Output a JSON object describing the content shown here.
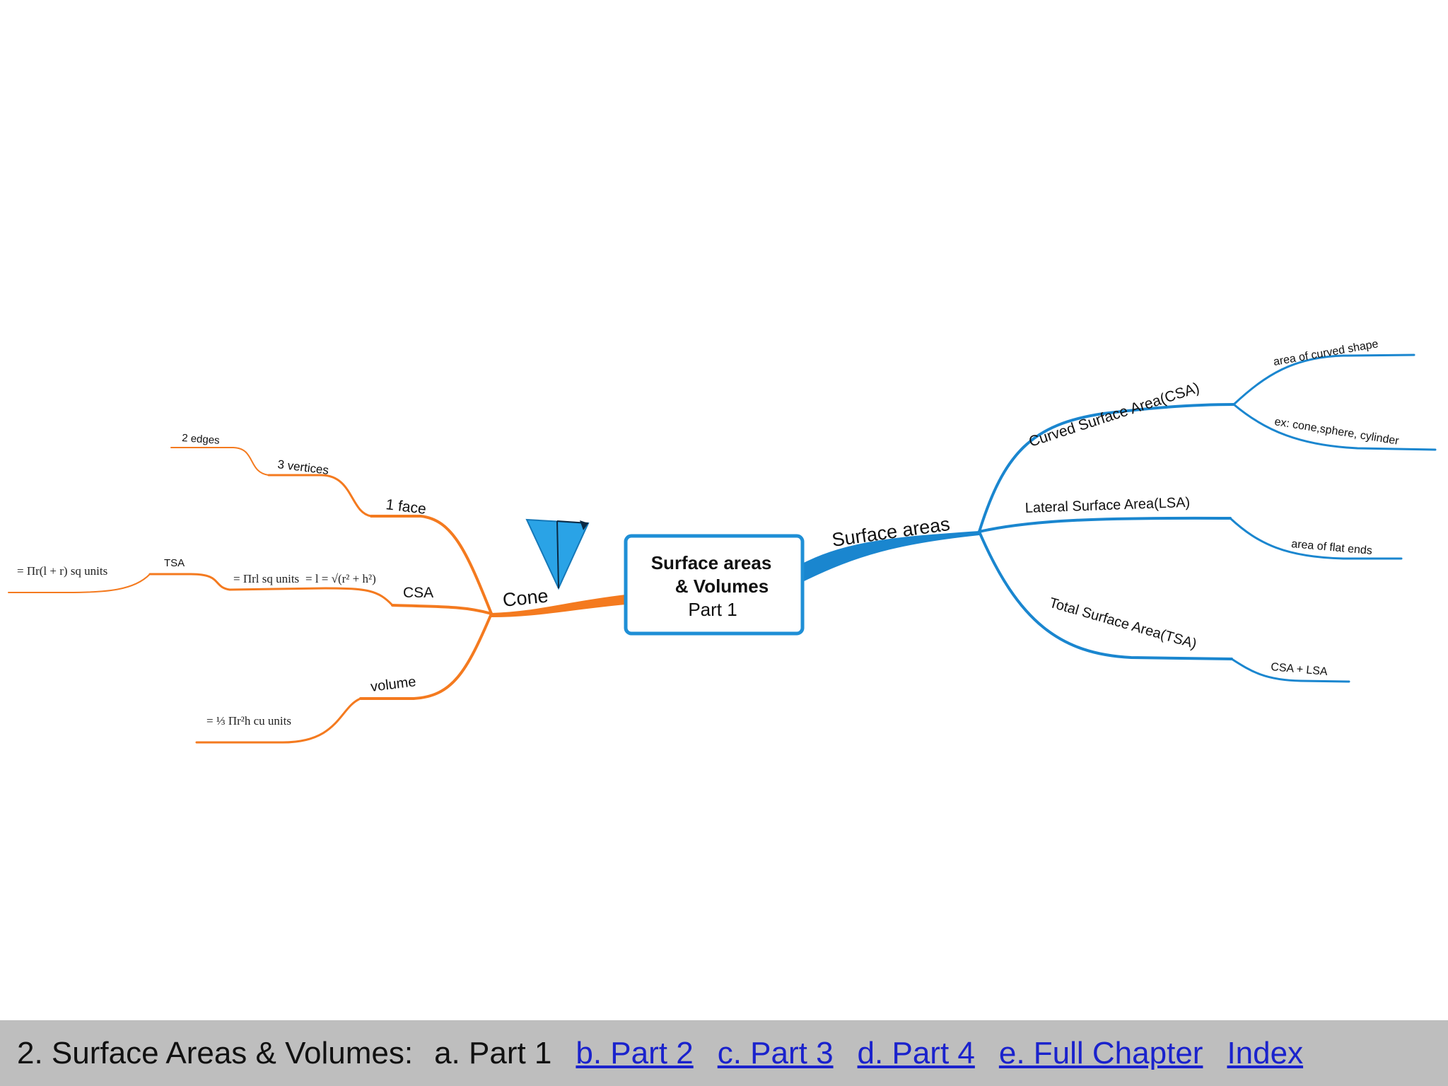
{
  "mindmap": {
    "root": {
      "title_line1": "Surface areas",
      "title_line2": "& Volumes",
      "subtitle": "Part 1"
    },
    "left_branch": {
      "label": "Cone",
      "color": "#f47a1f",
      "children": {
        "face": "1 face",
        "vertices": "3 vertices",
        "edges": "2 edges",
        "csa": "CSA",
        "csa_formula_a": "= Πrl sq units",
        "csa_formula_b": "= l = √(r² + h²)",
        "tsa": "TSA",
        "tsa_formula": "= Πr(l + r) sq units",
        "volume": "volume",
        "volume_formula": "= ⅓ Πr²h cu units"
      }
    },
    "right_branch": {
      "label": "Surface areas",
      "color": "#1a86cf",
      "children": {
        "csa": "Curved Surface Area(CSA)",
        "csa_a": "area of curved shape",
        "csa_b": "ex: cone,sphere, cylinder",
        "lsa": "Lateral Surface Area(LSA)",
        "lsa_a": "area of flat ends",
        "tsa": "Total Surface Area(TSA)",
        "tsa_a": "CSA + LSA"
      }
    }
  },
  "footer": {
    "prefix": "2. Surface Areas & Volumes:",
    "current": "a. Part 1",
    "links": [
      "b. Part 2",
      "c. Part 3",
      "d. Part 4",
      "e. Full Chapter",
      "Index"
    ]
  }
}
